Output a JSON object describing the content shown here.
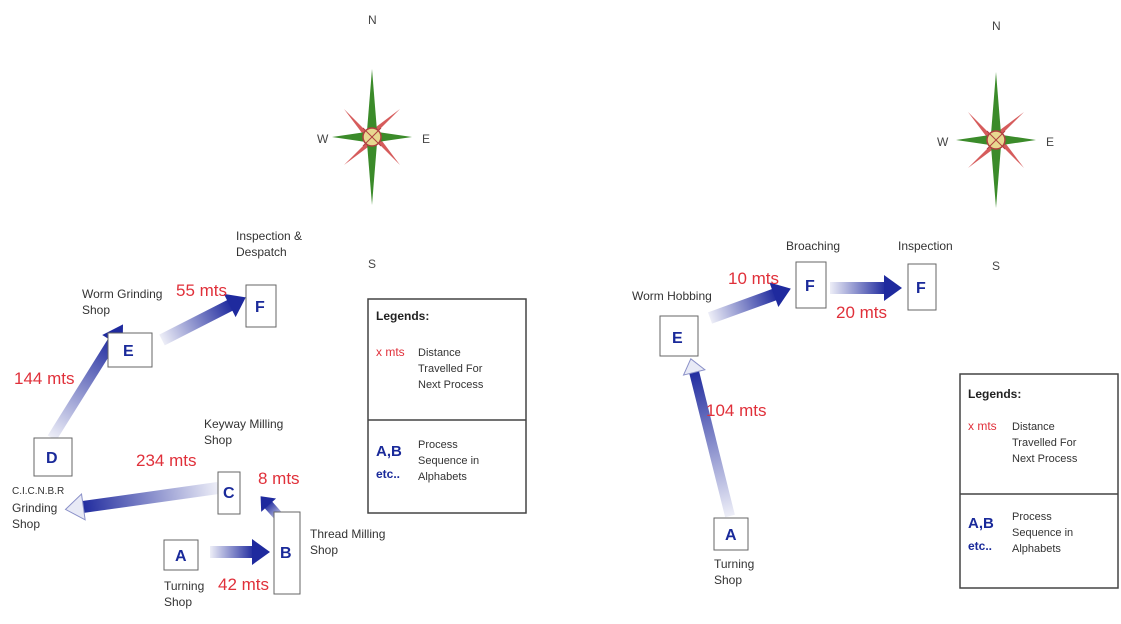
{
  "left": {
    "compass": {
      "n": "N",
      "s": "S",
      "e": "E",
      "w": "W"
    },
    "nodes": {
      "A": {
        "letter": "A",
        "label": [
          "Turning",
          "Shop"
        ]
      },
      "B": {
        "letter": "B",
        "label": [
          "Thread Milling",
          "Shop"
        ]
      },
      "C": {
        "letter": "C",
        "label": [
          "Keyway Milling",
          "Shop"
        ]
      },
      "D": {
        "letter": "D",
        "label": [
          "C.I.C.N.B.R",
          "Grinding",
          "Shop"
        ]
      },
      "E": {
        "letter": "E",
        "label": [
          "Worm Grinding",
          "Shop"
        ]
      },
      "F": {
        "letter": "F",
        "label": [
          "Inspection &",
          "Despatch"
        ]
      }
    },
    "distances": {
      "ab": "42 mts",
      "bc": "8 mts",
      "cd": "234 mts",
      "de": "144 mts",
      "ef": "55 mts"
    },
    "legend": {
      "title": "Legends:",
      "dist_symbol": "x mts",
      "dist_desc": [
        "Distance",
        "Travelled For",
        "Next Process"
      ],
      "seq_symbol": [
        "A,B",
        "etc.."
      ],
      "seq_desc": [
        "Process",
        "Sequence in",
        "Alphabets"
      ]
    }
  },
  "right": {
    "compass": {
      "n": "N",
      "s": "S",
      "e": "E",
      "w": "W"
    },
    "nodes": {
      "A": {
        "letter": "A",
        "label": [
          "Turning",
          "Shop"
        ]
      },
      "E": {
        "letter": "E",
        "label": [
          "Worm Hobbing"
        ]
      },
      "F1": {
        "letter": "F",
        "label": [
          "Broaching"
        ]
      },
      "F2": {
        "letter": "F",
        "label": [
          "Inspection"
        ]
      }
    },
    "distances": {
      "ae": "104 mts",
      "ef1": "10 mts",
      "f1f2": "20 mts"
    },
    "legend": {
      "title": "Legends:",
      "dist_symbol": "x mts",
      "dist_desc": [
        "Distance",
        "Travelled For",
        "Next Process"
      ],
      "seq_symbol": [
        "A,B",
        "etc.."
      ],
      "seq_desc": [
        "Process",
        "Sequence in",
        "Alphabets"
      ]
    }
  },
  "colors": {
    "arrow": "#1f2a9e",
    "distance": "#e0303a",
    "node_text": "#1a2a9a"
  }
}
